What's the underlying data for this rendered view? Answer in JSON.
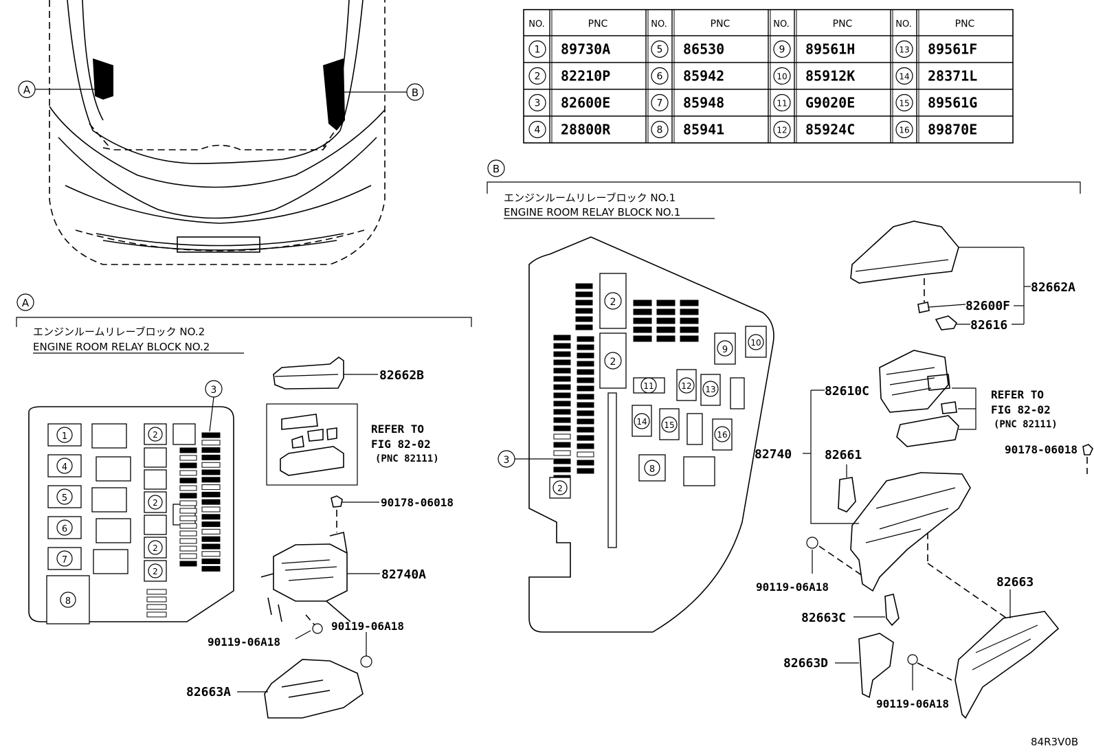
{
  "table": {
    "headers": [
      "NO.",
      "PNC"
    ],
    "rows": [
      [
        {
          "no": "1",
          "pnc": "89730A"
        },
        {
          "no": "5",
          "pnc": "86530"
        },
        {
          "no": "9",
          "pnc": "89561H"
        },
        {
          "no": "13",
          "pnc": "89561F"
        }
      ],
      [
        {
          "no": "2",
          "pnc": "82210P"
        },
        {
          "no": "6",
          "pnc": "85942"
        },
        {
          "no": "10",
          "pnc": "85912K"
        },
        {
          "no": "14",
          "pnc": "28371L"
        }
      ],
      [
        {
          "no": "3",
          "pnc": "82600E"
        },
        {
          "no": "7",
          "pnc": "85948"
        },
        {
          "no": "11",
          "pnc": "G9020E"
        },
        {
          "no": "15",
          "pnc": "89561G"
        }
      ],
      [
        {
          "no": "4",
          "pnc": "28800R"
        },
        {
          "no": "8",
          "pnc": "85941"
        },
        {
          "no": "12",
          "pnc": "85924C"
        },
        {
          "no": "16",
          "pnc": "89870E"
        }
      ]
    ]
  },
  "callouts": {
    "a": "A",
    "b": "B"
  },
  "section_a": {
    "title_jp": "エンジンルームリレーブロック NO.2",
    "title_en": "ENGINE ROOM RELAY BLOCK NO.2",
    "parts": {
      "cover": "82662B",
      "refer_line1": "REFER TO",
      "refer_line2": "FIG 82-02",
      "refer_line3": "(PNC 82111)",
      "bolt_top": "90178-06018",
      "block": "82740A",
      "bolt_left": "90119-06A18",
      "bolt_right": "90119-06A18",
      "bracket": "82663A"
    },
    "layout_labels": [
      "1",
      "4",
      "5",
      "6",
      "7",
      "8",
      "2",
      "3"
    ]
  },
  "section_b": {
    "title_jp": "エンジンルームリレーブロック NO.1",
    "title_en": "ENGINE ROOM RELAY BLOCK NO.1",
    "parts": {
      "cover": "82662A",
      "clip": "82600F",
      "puller": "82616",
      "frame": "82610C",
      "refer_line1": "REFER TO",
      "refer_line2": "FIG 82-02",
      "refer_line3": "(PNC 82111)",
      "bolt_top": "90178-06018",
      "block": "82740",
      "bracket_small": "82661",
      "bolt_left": "90119-06A18",
      "bracket_big": "82663",
      "bracket_c": "82663C",
      "bracket_d": "82663D",
      "bolt_bottom": "90119-06A18"
    },
    "layout_labels": [
      "2",
      "9",
      "10",
      "11",
      "12",
      "13",
      "14",
      "15",
      "16",
      "8",
      "3"
    ]
  },
  "figure_code": "84R3V0B"
}
